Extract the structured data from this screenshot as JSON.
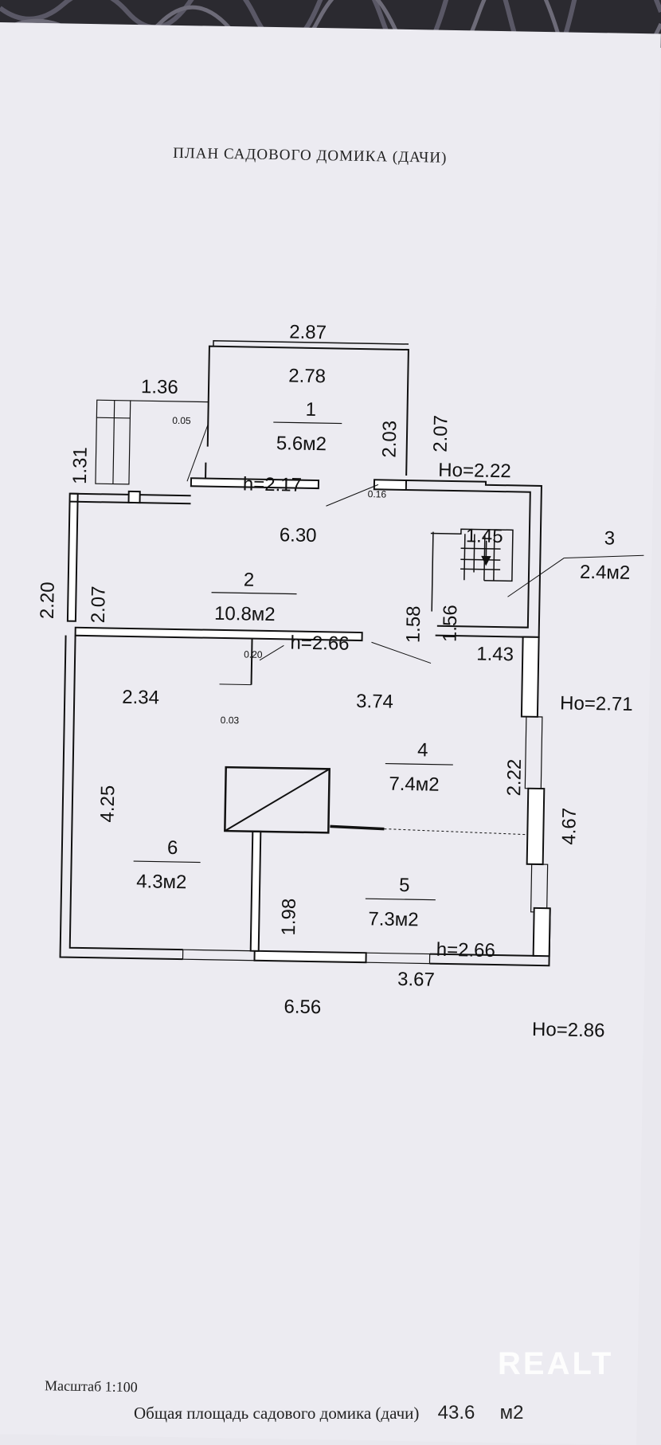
{
  "document": {
    "title": "ПЛАН САДОВОГО ДОМИКА (ДАЧИ)",
    "scale": "Масштаб 1:100",
    "total_area_label": "Общая площадь садового домика (дачи)",
    "total_area_value": "43.6",
    "total_area_unit": "м2",
    "watermark": "REALT"
  },
  "rooms": [
    {
      "num": "1",
      "area": "5.6м2"
    },
    {
      "num": "2",
      "area": "10.8м2"
    },
    {
      "num": "3",
      "area": "2.4м2"
    },
    {
      "num": "4",
      "area": "7.4м2"
    },
    {
      "num": "5",
      "area": "7.3м2"
    },
    {
      "num": "6",
      "area": "4.3м2"
    }
  ],
  "dimensions": {
    "d287": "2.87",
    "d278": "2.78",
    "d136": "1.36",
    "d131": "1.31",
    "d005": "0.05",
    "d203": "2.03",
    "d207a": "2.07",
    "d016": "0.16",
    "d630": "6.30",
    "d220": "2.20",
    "d207b": "2.07",
    "d145": "1.45",
    "d158": "1.58",
    "d156": "1.56",
    "d143": "1.43",
    "d020": "0.20",
    "d234": "2.34",
    "d374": "3.74",
    "d003": "0.03",
    "d222": "2.22",
    "d425": "4.25",
    "d467": "4.67",
    "d198": "1.98",
    "d367": "3.67",
    "d656": "6.56"
  },
  "heights": {
    "h217": "h=2.17",
    "h266a": "h=2.66",
    "h266b": "h=2.66",
    "ho222": "Ho=2.22",
    "ho271": "Ho=2.71",
    "ho286": "Ho=2.86"
  }
}
